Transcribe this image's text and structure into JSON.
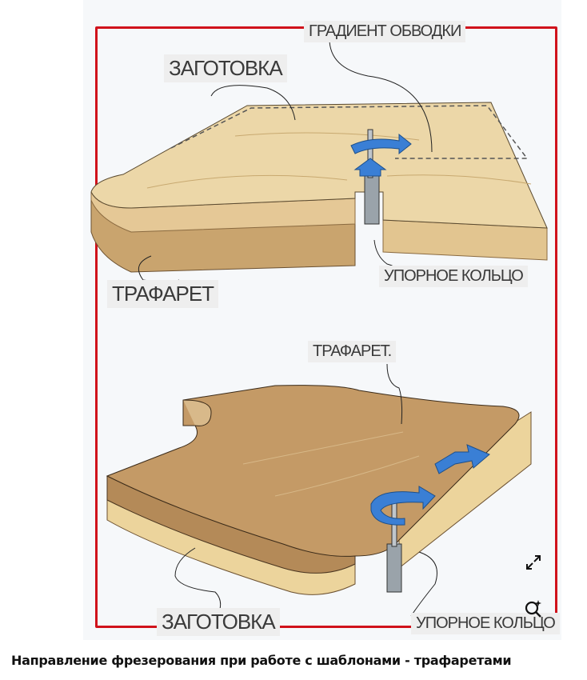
{
  "figure": {
    "top_panel": {
      "labels": {
        "edge_gradient": "ГРАДИЕНТ ОБВОДКИ",
        "workpiece": "ЗАГОТОВКА",
        "template": "ТРАФАРЕТ",
        "bearing_ring": "УПОРНОЕ КОЛЬЦО"
      }
    },
    "bottom_panel": {
      "labels": {
        "template": "ТРАФАРЕТ.",
        "workpiece": "ЗАГОТОВКА",
        "bearing_ring": "УПОРНОЕ КОЛЬЦО"
      }
    },
    "frame_color": "#d0121b",
    "arrow_color": "#3a7fd5"
  },
  "overlay_buttons": {
    "expand": "expand-icon",
    "visual_search": "visual-search-icon"
  },
  "caption": "Направление фрезерования при работе с шаблонами - трафаретами"
}
